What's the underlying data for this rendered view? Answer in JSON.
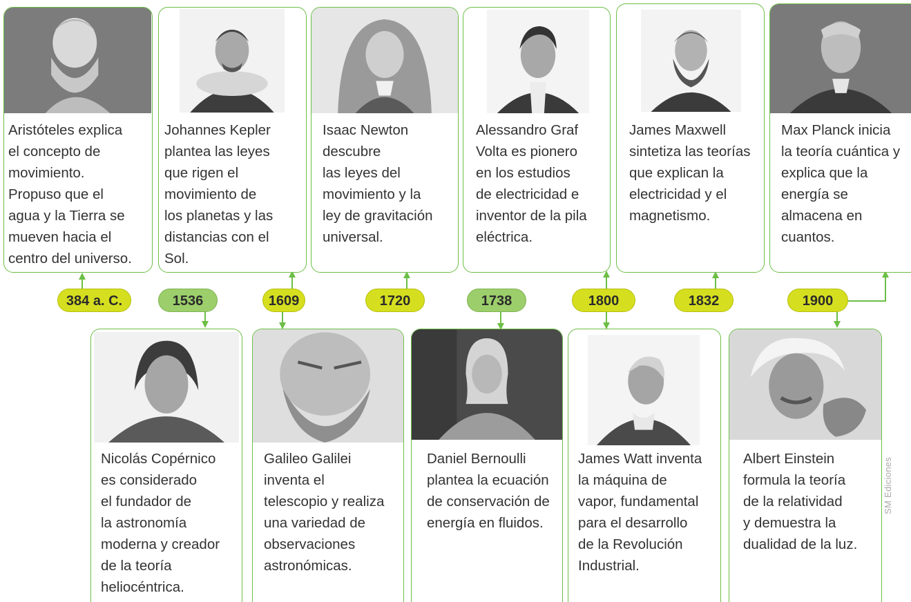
{
  "credit": "SM Ediciones",
  "timeline": {
    "years": [
      {
        "label": "384 a. C.",
        "color": "lime"
      },
      {
        "label": "1536",
        "color": "green"
      },
      {
        "label": "1609",
        "color": "lime"
      },
      {
        "label": "1720",
        "color": "lime"
      },
      {
        "label": "1738",
        "color": "green"
      },
      {
        "label": "1800",
        "color": "lime"
      },
      {
        "label": "1832",
        "color": "lime"
      },
      {
        "label": "1900",
        "color": "lime"
      }
    ]
  },
  "top_cards": [
    {
      "icon": "aristotle-portrait",
      "text": "Aristóteles explica\nel concepto de\nmovimiento.\nPropuso que el\nagua y la Tierra se\nmueven hacia el\ncentro del universo."
    },
    {
      "icon": "kepler-portrait",
      "text": "Johannes Kepler\nplantea las leyes\nque rigen el\nmovimiento de\nlos planetas y las\ndistancias con el\nSol."
    },
    {
      "icon": "newton-portrait",
      "text": "Isaac Newton\ndescubre\nlas leyes del\nmovimiento y la\nley de gravitación\nuniversal."
    },
    {
      "icon": "volta-portrait",
      "text": "Alessandro Graf\nVolta es pionero\nen los estudios\nde electricidad e\ninventor de la pila\neléctrica."
    },
    {
      "icon": "maxwell-portrait",
      "text": "James Maxwell\nsintetiza las teorías\nque explican la\nelectricidad y el\nmagnetismo."
    },
    {
      "icon": "planck-portrait",
      "text": "Max Planck inicia\nla teoría cuántica y\nexplica que la\nenergía se\nalmacena en\ncuantos."
    }
  ],
  "bottom_cards": [
    {
      "icon": "copernicus-portrait",
      "text": "Nicolás Copérnico\nes considerado\nel fundador de\nla astronomía\nmoderna y creador\nde la teoría\nheliocéntrica."
    },
    {
      "icon": "galileo-portrait",
      "text": "Galileo Galilei\ninventa el\ntelescopio y realiza\nuna variedad de\nobservaciones\nastronómicas."
    },
    {
      "icon": "bernoulli-portrait",
      "text": "Daniel Bernoulli\nplantea la ecuación\nde conservación de\nenergía en fluidos."
    },
    {
      "icon": "watt-portrait",
      "text": "James Watt inventa\nla máquina de\nvapor, fundamental\npara el desarrollo\nde la Revolución\nIndustrial."
    },
    {
      "icon": "einstein-portrait",
      "text": "Albert Einstein\nformula la teoría\nde la relatividad\ny demuestra la\ndualidad de la luz."
    }
  ],
  "colors": {
    "border": "#6cbe45",
    "arrow": "#6cbe45",
    "pill_lime": "#d6df1f",
    "pill_green": "#9ccf6b"
  }
}
